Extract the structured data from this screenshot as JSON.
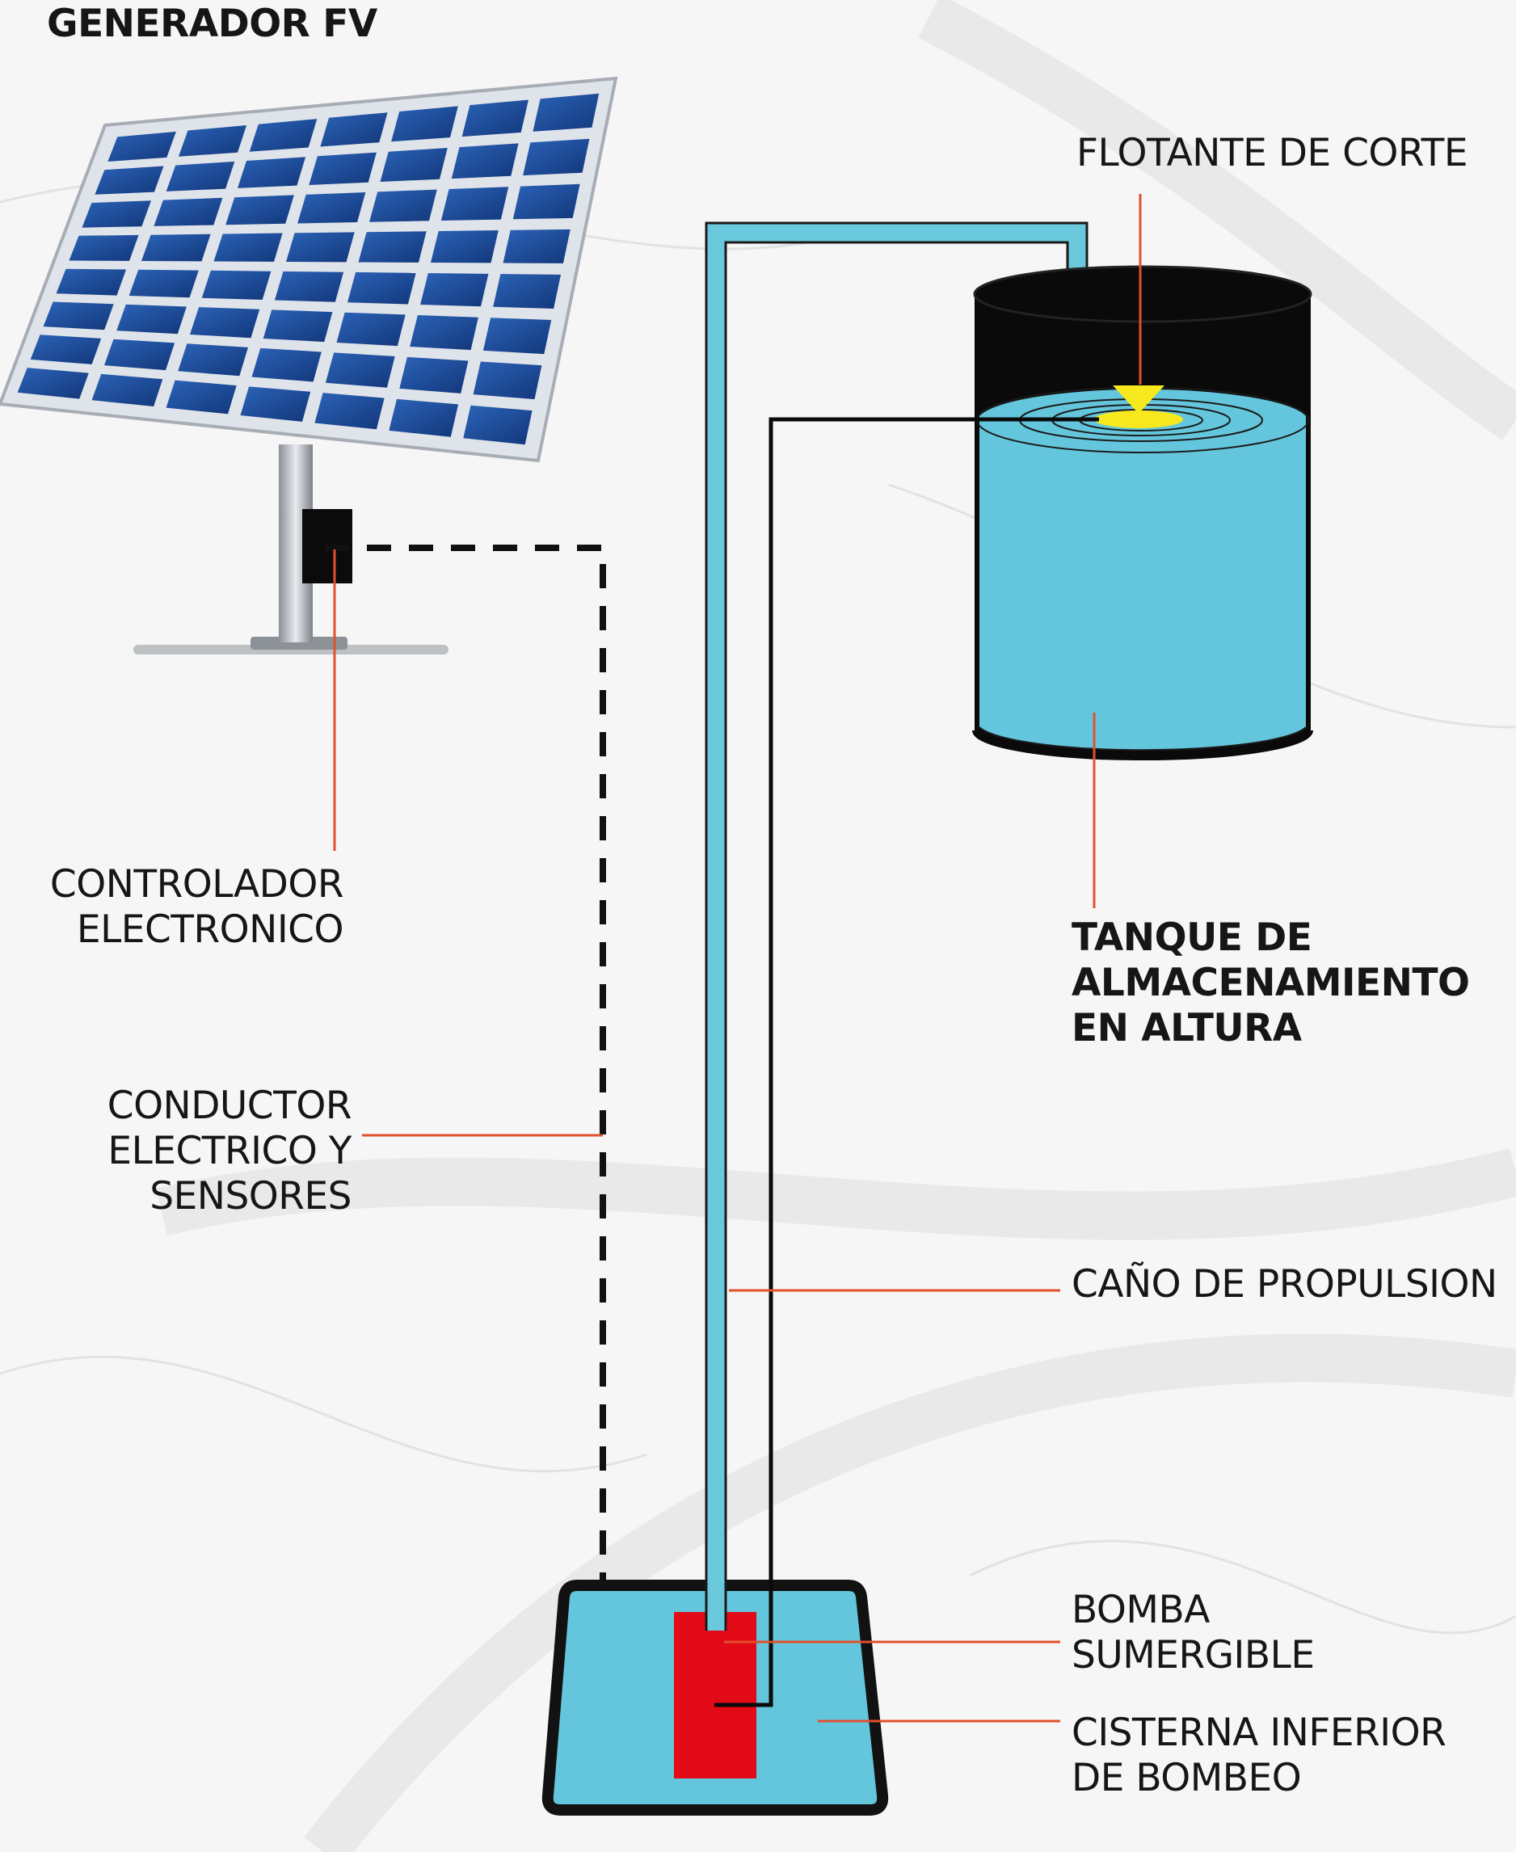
{
  "labels": {
    "generador": "GENERADOR FV",
    "flotante": "FLOTANTE DE CORTE",
    "controlador": [
      "CONTROLADOR",
      "ELECTRONICO"
    ],
    "tanque": [
      "TANQUE DE",
      "ALMACENAMIENTO",
      "EN ALTURA"
    ],
    "conductor": [
      "CONDUCTOR",
      "ELECTRICO Y",
      "SENSORES"
    ],
    "cano": "CAÑO DE PROPULSION",
    "bomba": [
      "BOMBA",
      "SUMERGIBLE"
    ],
    "cisterna": [
      "CISTERNA INFERIOR",
      "DE BOMBEO"
    ]
  },
  "colors": {
    "water": "#64c6dc",
    "pipe": "#6ac8dc",
    "pump": "#e30a17",
    "float": "#f7e91e",
    "leader": "#e2502c",
    "outline": "#111111",
    "panel_cell": "#1f4f9b",
    "panel_frame": "#dfe3ea"
  }
}
